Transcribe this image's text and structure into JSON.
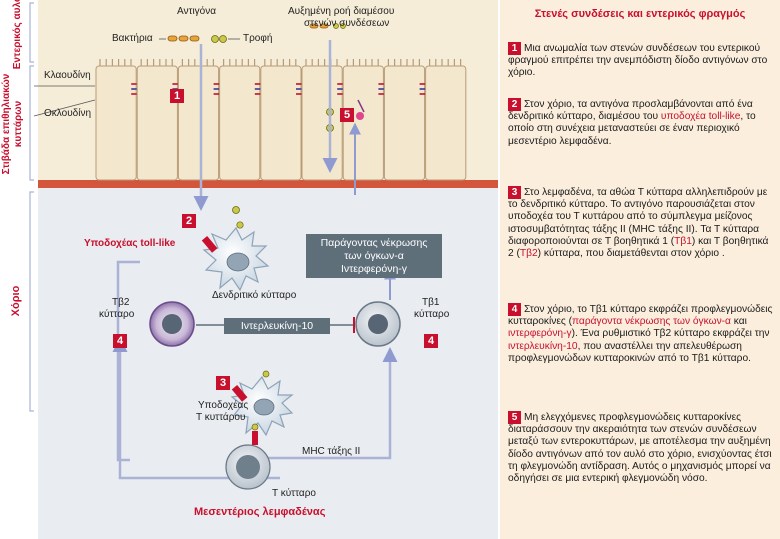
{
  "left_labels": {
    "lumen": "Εντερικός αυλός",
    "epithelium": "Στιβάδα επιθηλιακών κυττάρων",
    "chorion": "Χόριο"
  },
  "labels": {
    "antigens": "Αντιγόνα",
    "bacteria": "Βακτήρια",
    "food": "Τροφή",
    "increased_flow": "Αυξημένη ροή διαμέσου στενών συνδέσεων",
    "increased_flow_l1": "Αυξημένη ροή διαμέσου",
    "increased_flow_l2": "στενών συνδέσεων",
    "claudin": "Κλαουδίνη",
    "occludin": "Οκλουδίνη",
    "toll_receptor": "Υποδοχέας toll-like",
    "dendritic_cell": "Δενδριτικό κύτταρο",
    "cytokines_box_l1": "Παράγοντας νέκρωσης",
    "cytokines_box_l2": "των όγκων-α",
    "cytokines_box_l3": "Ιντερφερόνη-γ",
    "th2_l1": "Τβ2",
    "th2_l2": "κύτταρο",
    "th1_l1": "Τβ1",
    "th1_l2": "κύτταρο",
    "il10": "Ιντερλευκίνη-10",
    "tcr_l1": "Υποδοχέας",
    "tcr_l2": "Τ κυττάρου",
    "mhc": "MHC τάξης II",
    "t_cell": "Τ κύτταρο",
    "lymph_node": "Μεσεντέριος λεμφαδένας"
  },
  "badges": {
    "b1": "1",
    "b2": "2",
    "b3": "3",
    "b4a": "4",
    "b4b": "4",
    "b5": "5"
  },
  "colors": {
    "accent": "#c8102e",
    "panel_bg": "#fbeedd",
    "lumen_bg": "#f5edd8",
    "chorion_bg": "#e9ecf0",
    "box_bg": "#5f6f7a",
    "flow_arrow": "#aab3d6"
  },
  "panel": {
    "title": "Στενές συνδέσεις και εντερικός φραγμός",
    "items": [
      {
        "n": "1",
        "parts": [
          {
            "t": "Μια ανωμαλία των στενών συνδέσεων του εντερικού φραγμού επιτρέπει την ανεμπόδιστη δίοδο αντιγόνων στο χόριο."
          }
        ]
      },
      {
        "n": "2",
        "parts": [
          {
            "t": "Στον χόριο, τα αντιγόνα προσλαμβάνονται από ένα δενδριτικό κύτταρο, διαμέσου του "
          },
          {
            "t": "υποδοχέα toll-like",
            "hl": true
          },
          {
            "t": ", το οποίο στη συνέχεια μεταναστεύει σε έναν περιοχικό μεσεντέριο λεμφαδένα."
          }
        ]
      },
      {
        "n": "3",
        "parts": [
          {
            "t": "Στο λεμφαδένα, τα αθώα Τ κύτταρα αλληλεπιδρούν με το δενδριτικό κύτταρο. Το αντιγόνο παρουσιάζεται στον υποδοχέα του Τ κυττάρου από το σύμπλεγμα μείζονος ιστοσυμβατότητας τάξης II (MHC τάξης II). Τα Τ κύτταρα διαφοροποιούνται σε Τ βοηθητικά 1 ("
          },
          {
            "t": "Τβ1",
            "hl": true
          },
          {
            "t": ") και Τ βοηθητικά 2 ("
          },
          {
            "t": "Τβ2",
            "hl": true
          },
          {
            "t": ") κύτταρα, που διαμετάθενται στον χόριο ."
          }
        ]
      },
      {
        "n": "4",
        "parts": [
          {
            "t": "Στον χόριο, το Τβ1 κύτταρο εκφράζει προφλεγμονώδεις κυτταροκίνες ("
          },
          {
            "t": "παράγοντα νέκρωσης των όγκων-α",
            "hl": true
          },
          {
            "t": " και "
          },
          {
            "t": "ιντερφερόνη-γ",
            "hl": true
          },
          {
            "t": "). Ένα ρυθμιστικό Τβ2 κύτταρο εκφράζει την "
          },
          {
            "t": "ιντερλευκίνη-10",
            "hl": true
          },
          {
            "t": ", που αναστέλλει την απελευθέρωση προφλεγμονώδων κυτταροκινών από το Τβ1 κύτταρο."
          }
        ]
      },
      {
        "n": "5",
        "parts": [
          {
            "t": "Μη ελεγχόμενες προφλεγμονώδεις κυτταροκίνες διαταράσσουν την ακεραιότητα των στενών συνδέσεων μεταξύ των εντεροκυττάρων, με αποτέλεσμα την αυξημένη δίοδο αντιγόνων από τον αυλό στο χόριο, ενισχύοντας έτσι τη φλεγμονώδη αντίδραση. Αυτός ο μηχανισμός μπορεί να οδηγήσει σε μια εντερική φλεγμονώδη νόσο."
          }
        ]
      }
    ]
  }
}
